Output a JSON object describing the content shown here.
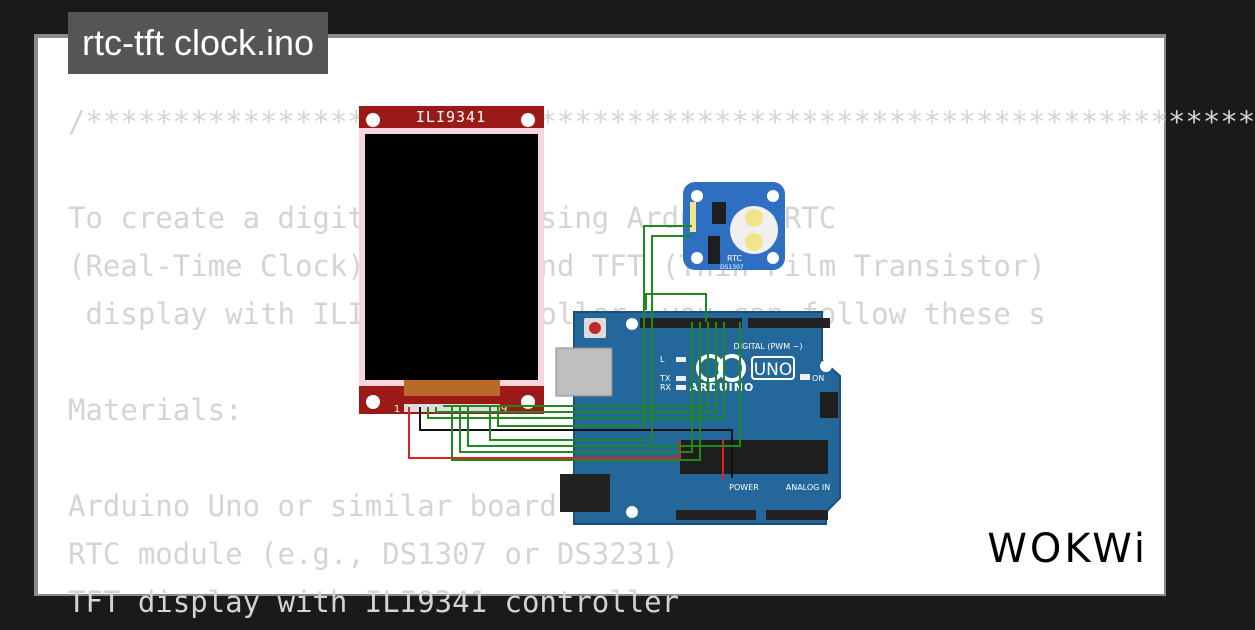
{
  "title": "rtc-tft clock.ino",
  "code_lines": [
    "/*******************************************************************",
    "",
    "To create a digital clock using Arduino, RTC",
    "(Real-Time Clock) module, and TFT (Thin Film Transistor)",
    " display with ILI9341 controller, you can follow these s",
    "",
    "Materials:",
    "",
    "Arduino Uno or similar board",
    "RTC module (e.g., DS1307 or DS3231)",
    "TFT display with ILI9341 controller"
  ],
  "tft": {
    "label": "ILI9341",
    "pin_first": "1",
    "pin_last": "9"
  },
  "rtc": {
    "label": "RTC",
    "chip": "DS1307"
  },
  "arduino": {
    "board_name": "UNO",
    "brand": "ARDUINO",
    "digital_label": "DIGITAL (PWM ~)",
    "analog_label": "ANALOG IN",
    "power_label": "POWER",
    "on_label": "ON",
    "tx_label": "TX",
    "rx_label": "RX",
    "l_label": "L"
  },
  "brand_logo": "WOKWi",
  "colors": {
    "board_blue": "#24679a",
    "tft_red": "#9b1a18",
    "rtc_blue": "#2f6fc2",
    "wire_green": "#1e8a1e",
    "wire_black": "#111111",
    "wire_red": "#e02020",
    "badge": "#555555"
  }
}
